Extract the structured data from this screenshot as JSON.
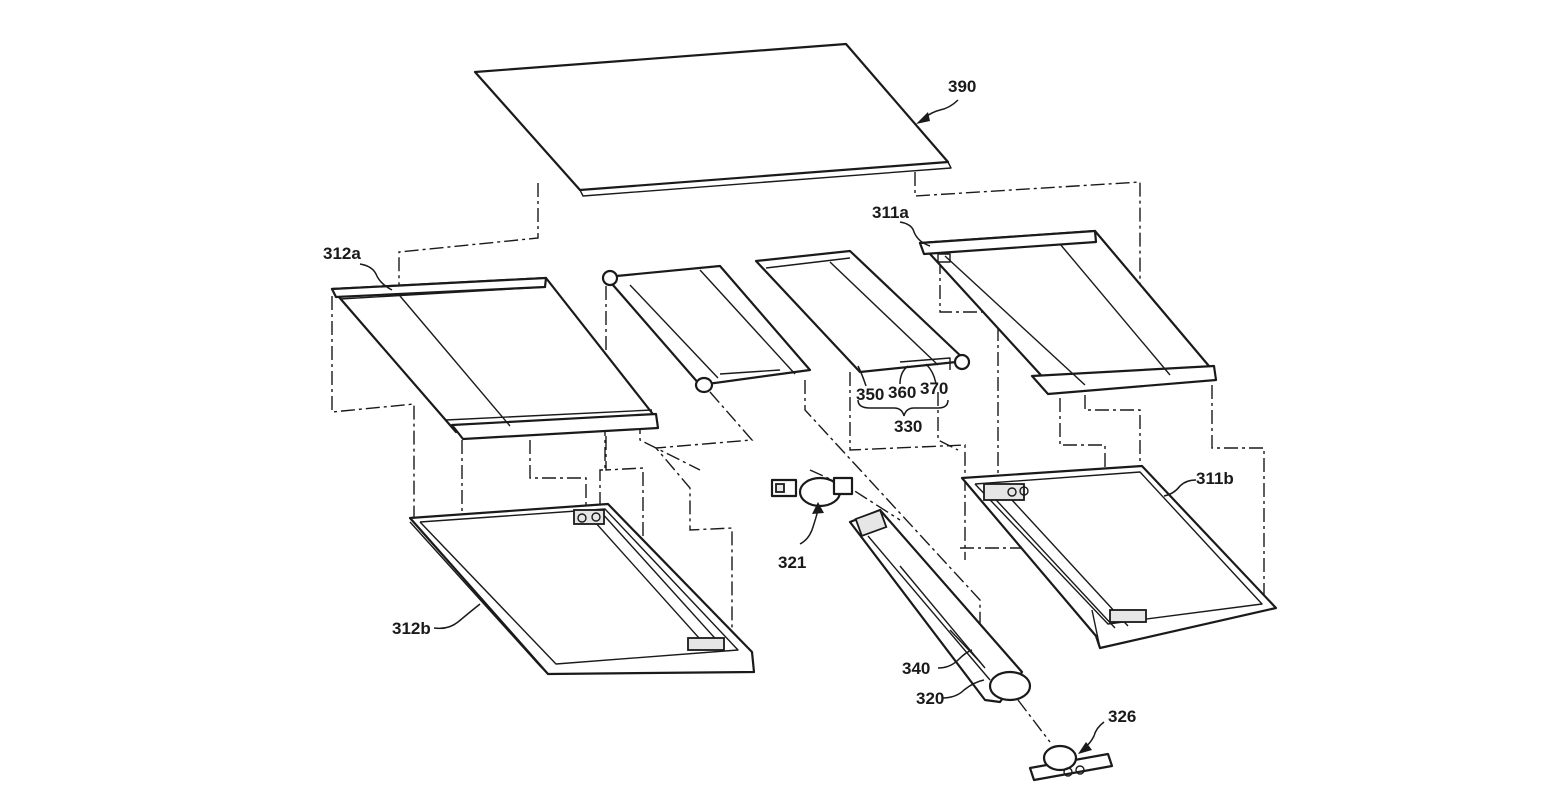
{
  "labels": {
    "l390": "390",
    "l311a": "311a",
    "l312a": "312a",
    "l311b": "311b",
    "l312b": "312b",
    "l350": "350",
    "l360": "360",
    "l370": "370",
    "l330": "330",
    "l321": "321",
    "l340": "340",
    "l320": "320",
    "l326": "326"
  }
}
